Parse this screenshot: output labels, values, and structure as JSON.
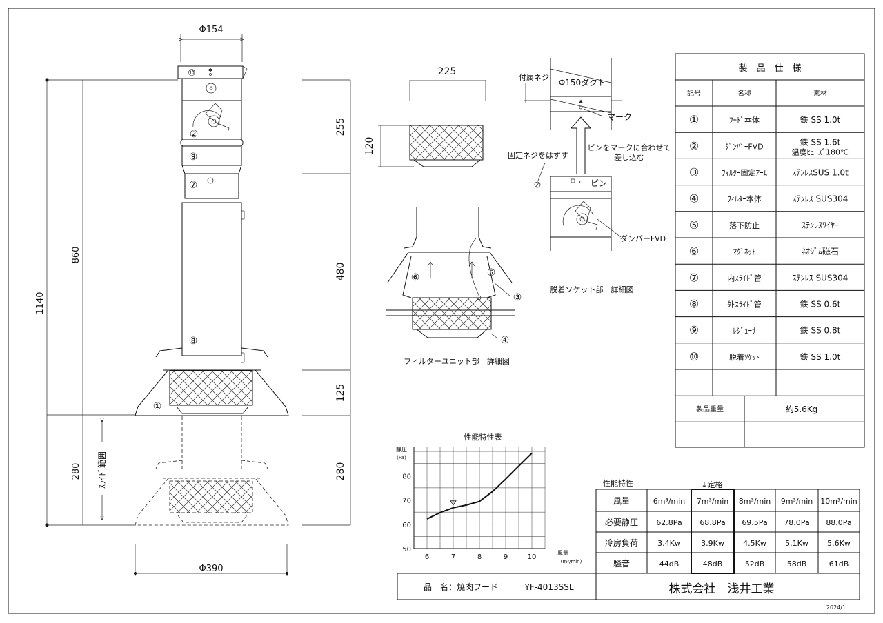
{
  "dimensions": {
    "top_diameter": "Φ154",
    "bottom_diameter": "Φ390",
    "overall_height": "1140",
    "main_height": "860",
    "slide_travel": "280",
    "slide_range_label": "ｽﾗｲﾄﾞ範囲",
    "right_255": "255",
    "right_480": "480",
    "right_125": "125",
    "right_280": "280",
    "filter_width": "225",
    "filter_height": "120"
  },
  "part_markers": [
    "①",
    "②",
    "③",
    "④",
    "⑤",
    "⑥",
    "⑦",
    "⑧",
    "⑨",
    "⑩"
  ],
  "filter_detail": {
    "caption": "フィルターユニット部　詳細図"
  },
  "socket_detail": {
    "caption": "脱着ソケット部　詳細図",
    "screw_label": "付属ネジ",
    "duct_label": "Φ150ダクト",
    "mark_label": "マーク",
    "insert_label_1": "ピンをマークに合わせて",
    "insert_label_2": "差し込む",
    "remove_screw_label": "固定ネジをはずす",
    "pin_label": "ピン",
    "damper_label": "ダンパーFVD"
  },
  "spec_table": {
    "title": "製　品　仕　様",
    "headers": [
      "記号",
      "名称",
      "素材"
    ],
    "rows": [
      {
        "no": "①",
        "name": "ﾌｰﾄﾞ本体",
        "material": "鉄 SS 1.0t",
        "material2": ""
      },
      {
        "no": "②",
        "name": "ﾀﾞﾝﾊﾟｰFVD",
        "material": "鉄 SS 1.6t",
        "material2": "温度ﾋｭｰｽﾞ180℃"
      },
      {
        "no": "③",
        "name": "ﾌｨﾙﾀｰ固定ｱｰﾑ",
        "material": "ｽﾃﾝﾚｽSUS 1.0t",
        "material2": ""
      },
      {
        "no": "④",
        "name": "ﾌｨﾙﾀｰ本体",
        "material": "ｽﾃﾝﾚｽ SUS304",
        "material2": ""
      },
      {
        "no": "⑤",
        "name": "落下防止",
        "material": "ｽﾃﾝﾚｽﾜｲﾔｰ",
        "material2": ""
      },
      {
        "no": "⑥",
        "name": "ﾏｸﾞﾈｯﾄ",
        "material": "ﾈｵｼﾞﾑ磁石",
        "material2": ""
      },
      {
        "no": "⑦",
        "name": "内ｽﾗｲﾄﾞ管",
        "material": "ｽﾃﾝﾚｽ SUS304",
        "material2": ""
      },
      {
        "no": "⑧",
        "name": "外ｽﾗｲﾄﾞ管",
        "material": "鉄 SS 0.6t",
        "material2": ""
      },
      {
        "no": "⑨",
        "name": "ﾚｼﾞｭｰｻ",
        "material": "鉄 SS 0.8t",
        "material2": ""
      },
      {
        "no": "⑩",
        "name": "脱着ｿｹｯﾄ",
        "material": "鉄 SS 1.0t",
        "material2": ""
      }
    ],
    "weight_label": "製品重量",
    "weight_value": "約5.6Kg"
  },
  "chart_data": {
    "type": "line",
    "title": "性能特性表",
    "ylabel": "静圧",
    "ylabel_unit": "(Pa)",
    "xlabel": "風量",
    "xlabel_unit": "(m³/min)",
    "xlim": [
      5.5,
      10.5
    ],
    "ylim": [
      50,
      92
    ],
    "xticks": [
      6,
      7,
      8,
      9,
      10
    ],
    "yticks": [
      50,
      60,
      70,
      80
    ],
    "grid": true,
    "rated_x": 7,
    "series": [
      {
        "x": [
          6,
          6.5,
          7,
          7.5,
          8,
          8.5,
          9,
          9.5,
          10
        ],
        "y": [
          62.2,
          64.8,
          66.8,
          67.9,
          69.4,
          73.5,
          78.6,
          84.0,
          89.3
        ]
      }
    ]
  },
  "perf_table": {
    "title": "性能特性",
    "rated_label": "↓定格",
    "columns": [
      "6m³/min",
      "7m³/min",
      "8m³/min",
      "9m³/min",
      "10m³/min"
    ],
    "rows": [
      {
        "label": "風量",
        "values": [
          "6m³/min",
          "7m³/min",
          "8m³/min",
          "9m³/min",
          "10m³/min"
        ]
      },
      {
        "label": "必要静圧",
        "values": [
          "62.8Pa",
          "68.8Pa",
          "69.5Pa",
          "78.0Pa",
          "88.0Pa"
        ]
      },
      {
        "label": "冷房負荷",
        "values": [
          "3.4Kw",
          "3.9Kw",
          "4.5Kw",
          "5.1Kw",
          "5.6Kw"
        ]
      },
      {
        "label": "騒音",
        "values": [
          "44dB",
          "48dB",
          "52dB",
          "58dB",
          "61dB"
        ]
      }
    ]
  },
  "title_block": {
    "product_label": "品　名：焼肉フード",
    "model": "YF-4013SSL",
    "company": "株式会社　浅井工業"
  },
  "date": "2024/1"
}
